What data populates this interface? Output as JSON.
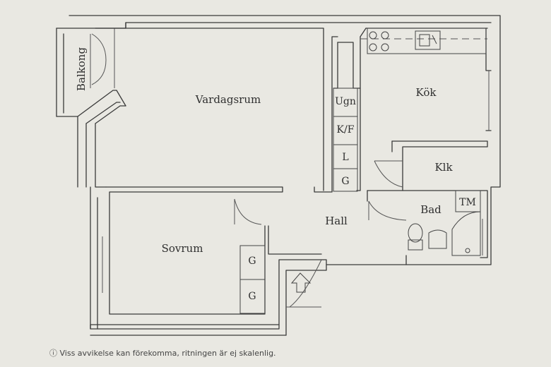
{
  "rooms": {
    "balcony": "Balkong",
    "living_room": "Vardagsrum",
    "kitchen": "Kök",
    "oven": "Ugn",
    "fridge_freezer": "K/F",
    "linen_closet": "L",
    "wardrobe_hall": "G",
    "closet": "Klk",
    "bathroom": "Bad",
    "washer": "TM",
    "hall": "Hall",
    "bedroom": "Sovrum",
    "wardrobe_bedroom_1": "G",
    "wardrobe_bedroom_2": "G"
  },
  "footer": {
    "info_icon": "info-icon",
    "disclaimer": "Viss avvikelse kan förekomma, ritningen är ej skalenlig."
  }
}
